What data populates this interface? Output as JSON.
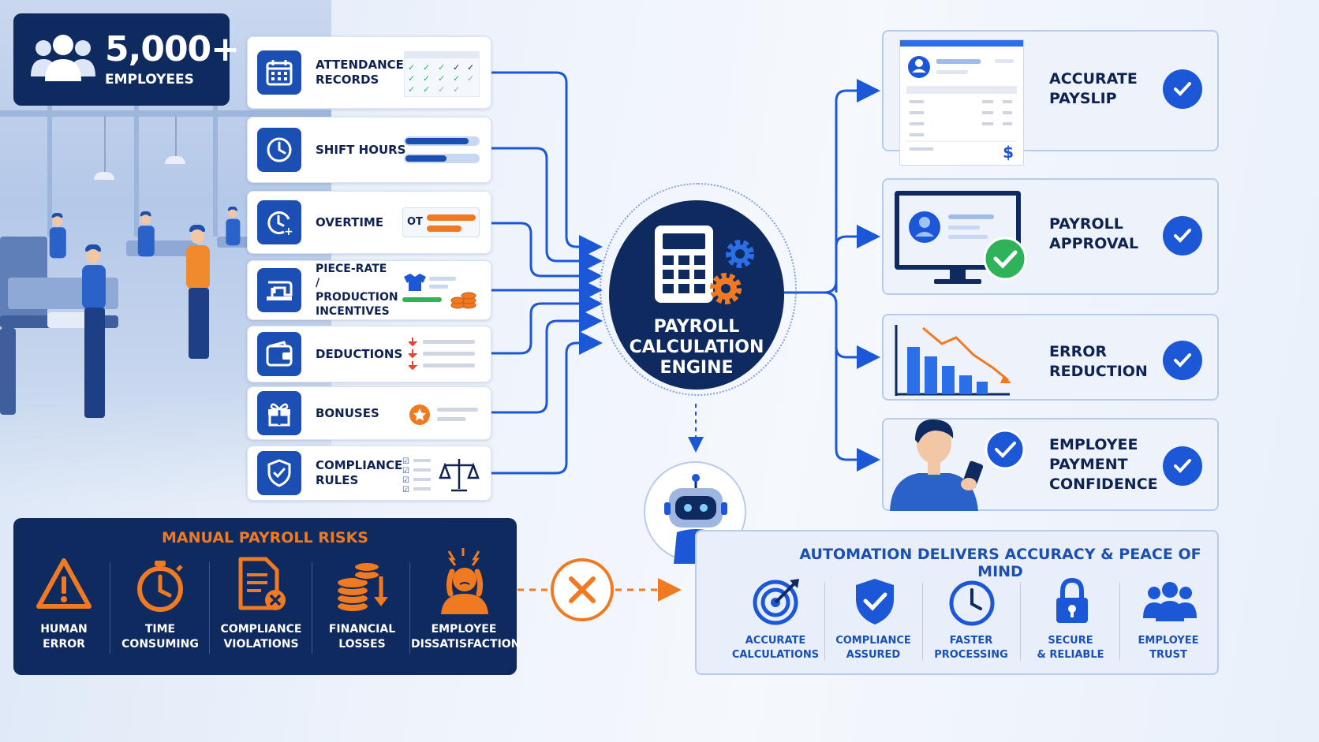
{
  "badge": {
    "count": "5,000+",
    "label": "EMPLOYEES"
  },
  "inputs": [
    {
      "label": "ATTENDANCE\nRECORDS",
      "icon": "calendar-icon"
    },
    {
      "label": "SHIFT HOURS",
      "icon": "clock-icon"
    },
    {
      "label": "OVERTIME",
      "icon": "overtime-clock-icon",
      "tag": "OT"
    },
    {
      "label": "PIECE-RATE /\nPRODUCTION\nINCENTIVES",
      "icon": "sewing-machine-icon"
    },
    {
      "label": "DEDUCTIONS",
      "icon": "wallet-icon"
    },
    {
      "label": "BONUSES",
      "icon": "gift-icon"
    },
    {
      "label": "COMPLIANCE\nRULES",
      "icon": "shield-check-icon"
    }
  ],
  "engine": {
    "title": "PAYROLL\nCALCULATION\nENGINE",
    "icon": "calculator-gear-icon"
  },
  "outputs": [
    {
      "label": "ACCURATE\nPAYSLIP",
      "icon": "payslip-icon",
      "currency": "$"
    },
    {
      "label": "PAYROLL\nAPPROVAL",
      "icon": "monitor-approval-icon"
    },
    {
      "label": "ERROR\nREDUCTION",
      "icon": "declining-chart-icon"
    },
    {
      "label": "EMPLOYEE\nPAYMENT\nCONFIDENCE",
      "icon": "employee-phone-icon"
    }
  ],
  "risks": {
    "title": "MANUAL PAYROLL RISKS",
    "items": [
      {
        "label": "HUMAN\nERROR",
        "icon": "warning-icon"
      },
      {
        "label": "TIME\nCONSUMING",
        "icon": "stopwatch-icon"
      },
      {
        "label": "COMPLIANCE\nVIOLATIONS",
        "icon": "document-x-icon"
      },
      {
        "label": "FINANCIAL\nLOSSES",
        "icon": "coins-down-icon"
      },
      {
        "label": "EMPLOYEE\nDISSATISFACTION",
        "icon": "stressed-person-icon"
      }
    ]
  },
  "benefits": {
    "title": "AUTOMATION DELIVERS ACCURACY & PEACE OF MIND",
    "items": [
      {
        "label": "ACCURATE\nCALCULATIONS",
        "icon": "target-icon"
      },
      {
        "label": "COMPLIANCE\nASSURED",
        "icon": "shield-check-icon"
      },
      {
        "label": "FASTER\nPROCESSING",
        "icon": "clock-icon"
      },
      {
        "label": "SECURE\n& RELIABLE",
        "icon": "lock-icon"
      },
      {
        "label": "EMPLOYEE\nTRUST",
        "icon": "people-icon"
      }
    ]
  },
  "colors": {
    "navy": "#0f2a5f",
    "blue": "#1b4fb3",
    "accent_blue": "#1b57d6",
    "orange": "#f07a22",
    "green": "#2fb35a"
  }
}
